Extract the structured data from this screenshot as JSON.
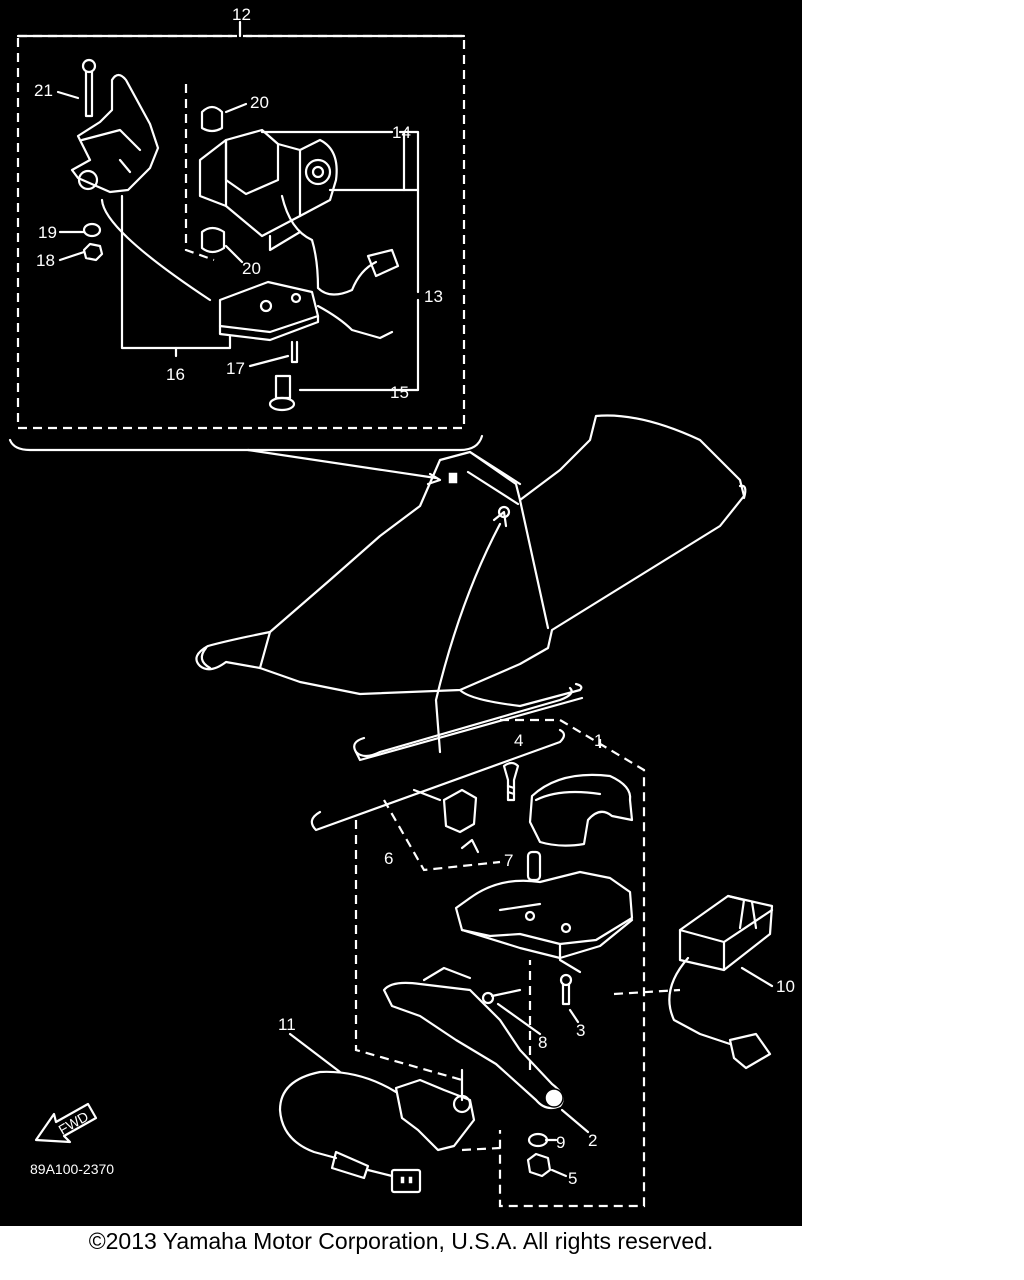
{
  "diagram": {
    "labels": {
      "p1": "1",
      "p2": "2",
      "p3": "3",
      "p4": "4",
      "p5": "5",
      "p6": "6",
      "p7": "7",
      "p8": "8",
      "p9": "9",
      "p10": "10",
      "p11": "11",
      "p12": "12",
      "p13": "13",
      "p14": "14",
      "p15": "15",
      "p16": "16",
      "p17": "17",
      "p18": "18",
      "p19": "19",
      "p20a": "20",
      "p20b": "20",
      "p21": "21"
    },
    "fwd_label": "FWD",
    "drawing_code": "89A100-2370"
  },
  "footer": {
    "copyright": "©2013 Yamaha Motor Corporation, U.S.A. All rights reserved."
  },
  "colors": {
    "background": "#000000",
    "lines": "#ffffff",
    "page": "#ffffff"
  }
}
